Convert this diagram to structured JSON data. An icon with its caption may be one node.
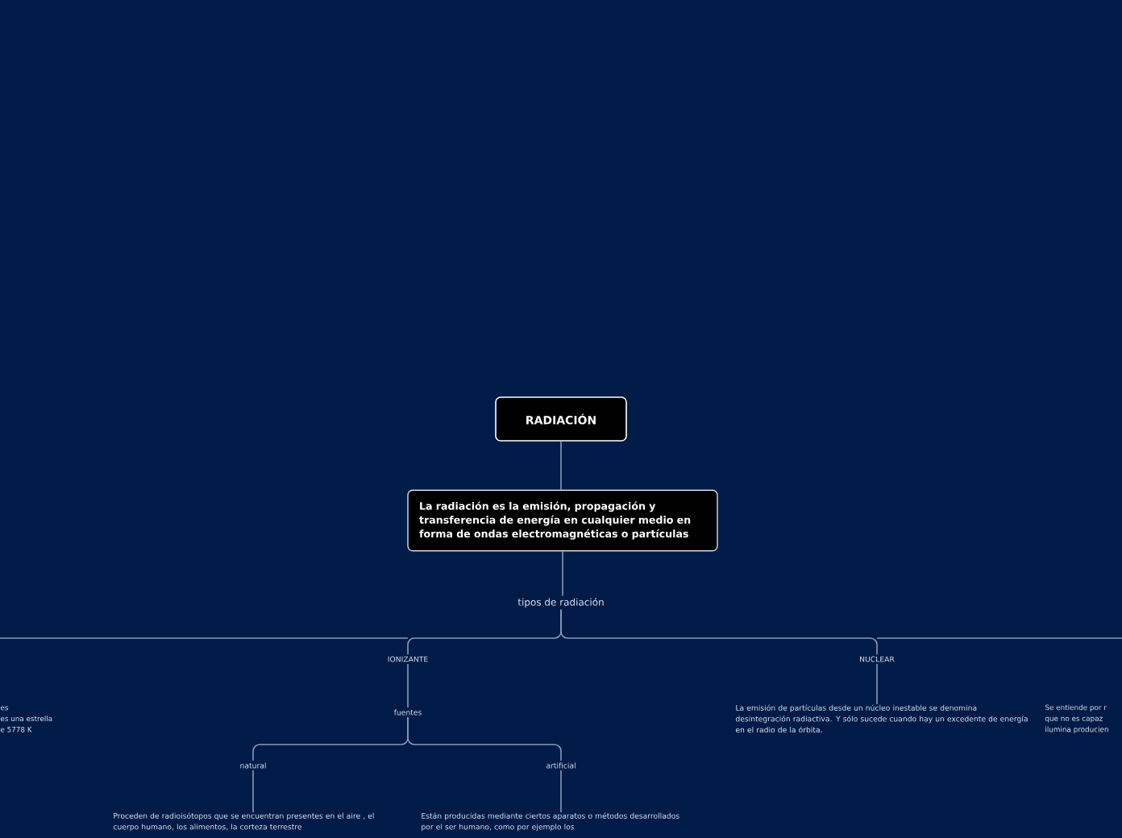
{
  "diagram": {
    "nodes": [
      {
        "text": [
          "RADIACIÓN"
        ]
      },
      {
        "text": [
          "La radiación es la emisión, propagación y transferencia de energía en cualquier medio en forma de ondas electromagnéticas o partículas"
        ]
      },
      {
        "text": [
          "tipos de radiación"
        ]
      },
      {
        "text": [
          "IONIZANTE"
        ]
      },
      {
        "text": [
          "NUCLEAR"
        ]
      },
      {
        "text": [
          "es",
          "es una estrella",
          "e 5778 K"
        ]
      },
      {
        "text": [
          "fuentes"
        ]
      },
      {
        "text": [
          "La emisión de partículas desde un núcleo inestable se denomina desintegración radiactiva. Y sólo sucede cuando hay un excedente de energía en el radio de la órbita."
        ]
      },
      {
        "text": [
          "Se entiende por r",
          "que no es capaz",
          "ilumina producien"
        ]
      },
      {
        "text": [
          "natural"
        ]
      },
      {
        "text": [
          "artificial"
        ]
      },
      {
        "text": [
          "Proceden de radioisótopos que se encuentran presentes en el aire , el cuerpo humano, los alimentos, la corteza terrestre"
        ]
      },
      {
        "text": [
          "Están producidas mediante ciertos aparatos o métodos desarrollados por el ser humano, como por ejemplo los"
        ]
      }
    ],
    "edges": [
      {
        "from": 0,
        "to": 1,
        "arrow": "none"
      },
      {
        "from": 1,
        "to": 2,
        "arrow": "none"
      },
      {
        "from": 2,
        "to": 3,
        "arrow": "none"
      },
      {
        "from": 2,
        "to": 4,
        "arrow": "none"
      },
      {
        "from": 3,
        "to": 6,
        "arrow": "none"
      },
      {
        "from": 4,
        "to": 7,
        "arrow": "none"
      },
      {
        "from": 6,
        "to": 9,
        "arrow": "none"
      },
      {
        "from": 6,
        "to": 10,
        "arrow": "none"
      },
      {
        "from": 9,
        "to": 11,
        "arrow": "none"
      },
      {
        "from": 10,
        "to": 12,
        "arrow": "none"
      }
    ]
  }
}
